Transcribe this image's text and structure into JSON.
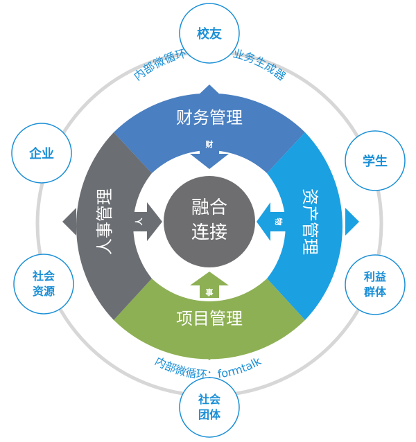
{
  "center": {
    "line1": "融合",
    "line2": "连接"
  },
  "segments": {
    "finance": {
      "label": "财务管理",
      "arrow": "财"
    },
    "assets": {
      "label": "资产管理",
      "arrow": "物"
    },
    "project": {
      "label": "项目管理",
      "arrow": "事"
    },
    "hr": {
      "label": "人事管理",
      "arrow": "人"
    }
  },
  "outer_nodes": {
    "alumni": {
      "line1": "校友"
    },
    "enterprise": {
      "line1": "企业"
    },
    "students": {
      "line1": "学生"
    },
    "social_resources": {
      "line1": "社会",
      "line2": "资源"
    },
    "interest_groups": {
      "line1": "利益",
      "line2": "群体"
    },
    "social_orgs": {
      "line1": "社会",
      "line2": "团体"
    }
  },
  "arc_labels": {
    "top": "内部微循环：V6.1+业务生成器",
    "bottom": "内部微循环：formtalk"
  },
  "colors": {
    "finance": "#4a7fc1",
    "assets": "#1ba0e2",
    "project": "#8db054",
    "hr": "#6b6e72",
    "center": "#6e6e70",
    "accent_text": "#1a8fd6",
    "outer_ring": "#d7d7d7",
    "node_border": "#1a8fd6"
  }
}
